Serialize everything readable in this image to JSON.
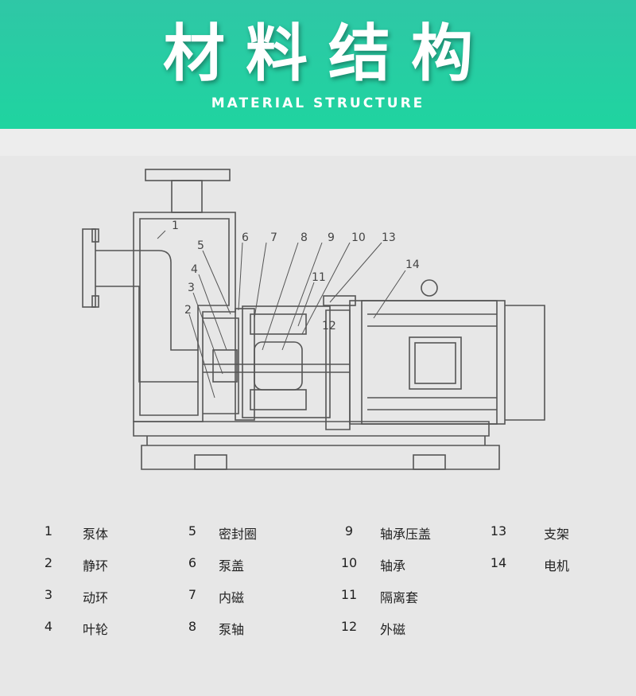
{
  "header": {
    "title": "材料结构",
    "subtitle": "MATERIAL STRUCTURE"
  },
  "callouts": [
    "1",
    "2",
    "3",
    "4",
    "5",
    "6",
    "7",
    "8",
    "9",
    "10",
    "13",
    "11",
    "12",
    "14"
  ],
  "legend": [
    {
      "num": "1",
      "name": "泵体"
    },
    {
      "num": "2",
      "name": "静环"
    },
    {
      "num": "3",
      "name": "动环"
    },
    {
      "num": "4",
      "name": "叶轮"
    },
    {
      "num": "5",
      "name": "密封圈"
    },
    {
      "num": "6",
      "name": "泵盖"
    },
    {
      "num": "7",
      "name": "内磁"
    },
    {
      "num": "8",
      "name": "泵轴"
    },
    {
      "num": "9",
      "name": "轴承压盖"
    },
    {
      "num": "10",
      "name": "轴承"
    },
    {
      "num": "11",
      "name": "隔离套"
    },
    {
      "num": "12",
      "name": "外磁"
    },
    {
      "num": "13",
      "name": "支架"
    },
    {
      "num": "14",
      "name": "电机"
    }
  ],
  "colors": {
    "header": "#22cea3",
    "line": "#555555"
  }
}
